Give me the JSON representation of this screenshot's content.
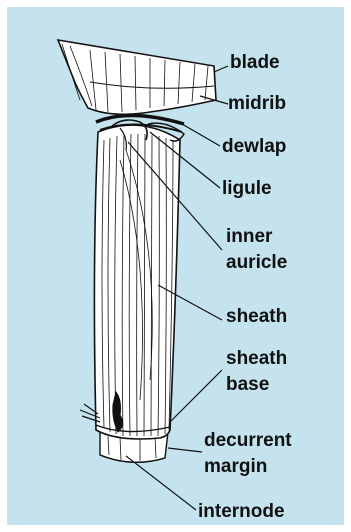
{
  "colors": {
    "background": "#c5e3ee",
    "frame": "#ffffff",
    "ink": "#111111",
    "plant_fill": "#ffffff"
  },
  "labels": {
    "blade": "blade",
    "midrib": "midrib",
    "dewlap": "dewlap",
    "ligule": "ligule",
    "inner_auricle": [
      "inner",
      "auricle"
    ],
    "sheath": "sheath",
    "sheath_base": [
      "sheath",
      "base"
    ],
    "decurrent_margin": [
      "decurrent",
      "margin"
    ],
    "internode": "internode"
  }
}
